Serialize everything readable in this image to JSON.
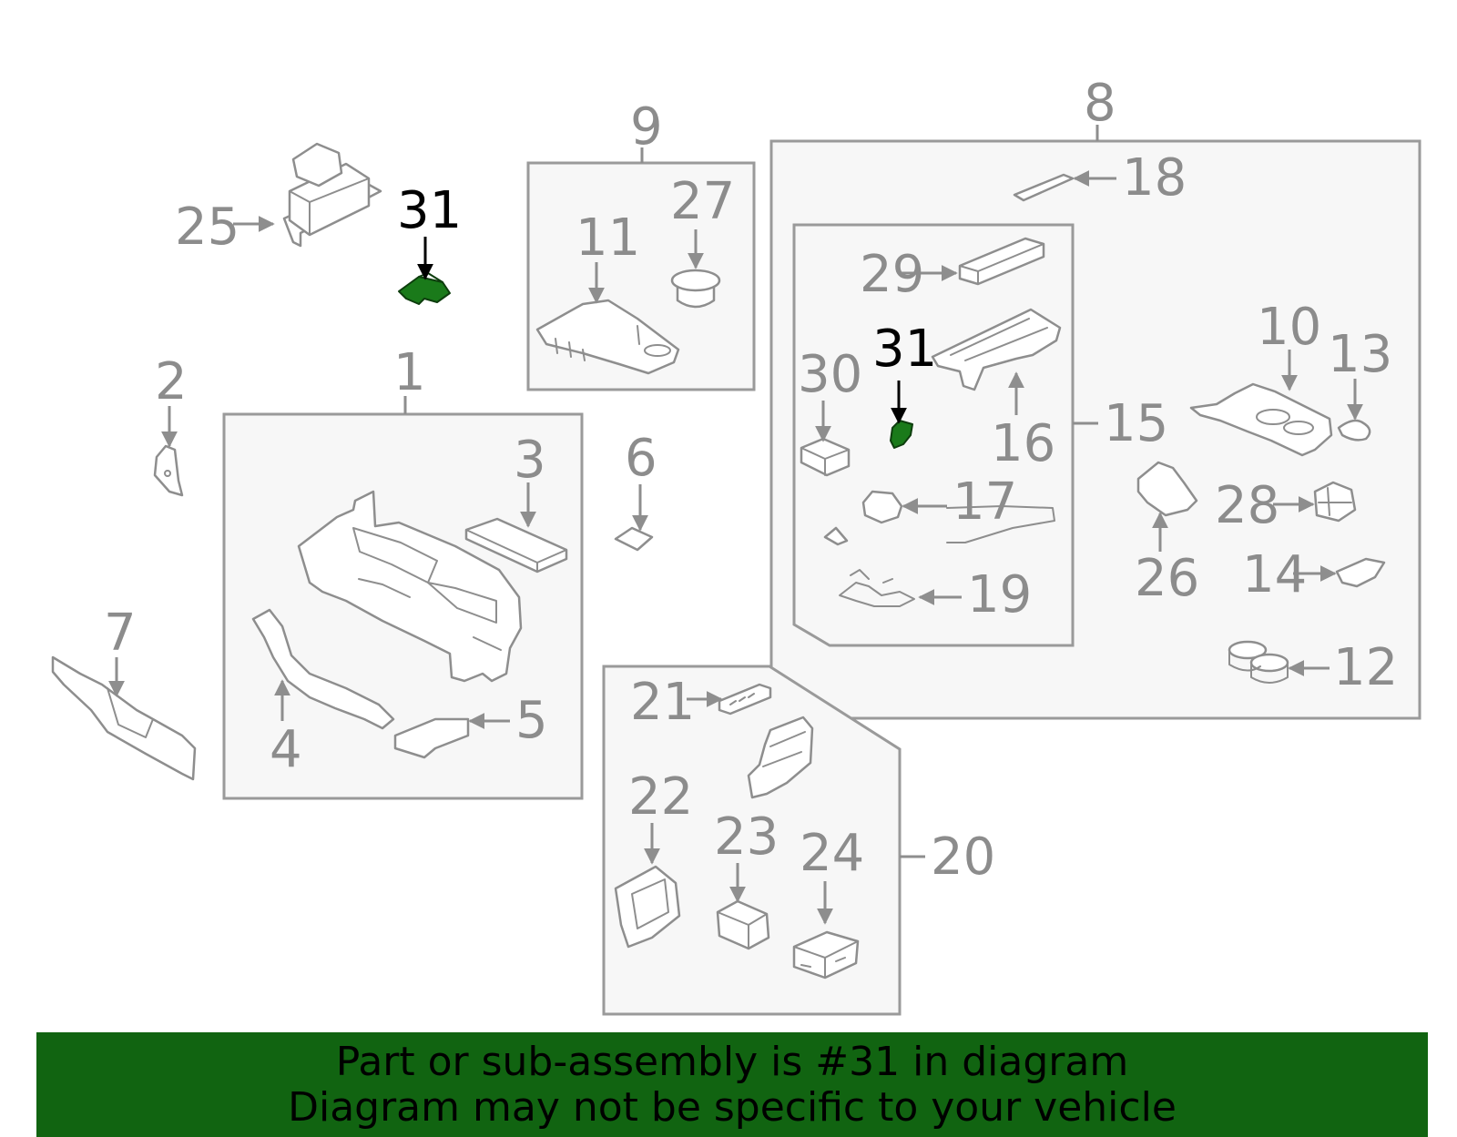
{
  "diagram": {
    "highlighted_part": "31",
    "colors": {
      "background": "#ffffff",
      "box_fill": "#f7f7f7",
      "outline": "#9a9a9a",
      "callout_text": "#8c8c8c",
      "highlight_fill": "#1a7a1a",
      "highlight_callout": "#000000",
      "banner_background": "#116411",
      "banner_text": "#000000"
    },
    "callouts": {
      "c1": "1",
      "c2": "2",
      "c3": "3",
      "c4": "4",
      "c5": "5",
      "c6": "6",
      "c7": "7",
      "c8": "8",
      "c9": "9",
      "c10": "10",
      "c11": "11",
      "c12": "12",
      "c13": "13",
      "c14": "14",
      "c15": "15",
      "c16": "16",
      "c17": "17",
      "c18": "18",
      "c19": "19",
      "c20": "20",
      "c21": "21",
      "c22": "22",
      "c23": "23",
      "c24": "24",
      "c25": "25",
      "c26": "26",
      "c27": "27",
      "c28": "28",
      "c29": "29",
      "c30": "30",
      "c31a": "31",
      "c31b": "31"
    }
  },
  "banner": {
    "line1": "Part or sub-assembly is #31 in diagram",
    "line2": "Diagram may not be specific to your vehicle"
  }
}
